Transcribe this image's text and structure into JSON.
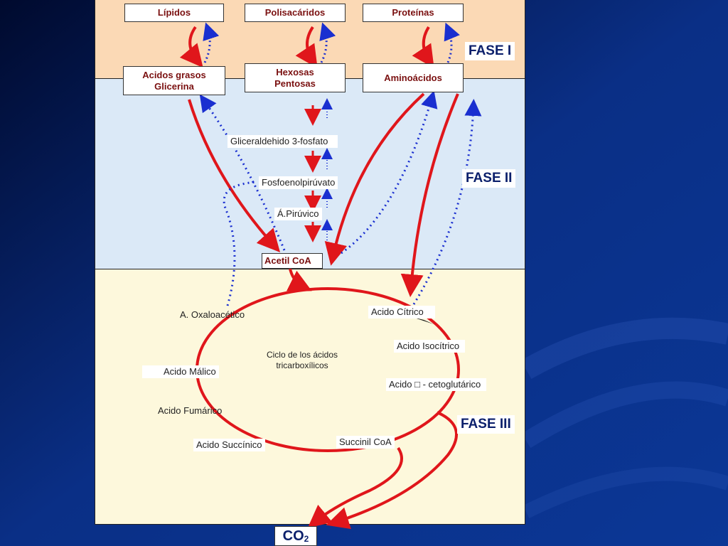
{
  "top_boxes": {
    "lipidos": "Lípidos",
    "polisacaridos": "Polisacáridos",
    "proteinas": "Proteínas"
  },
  "mid_boxes": {
    "acidos_grasos": "Acidos grasos",
    "glicerina": "Glicerina",
    "hexosas": "Hexosas",
    "pentosas": "Pentosas",
    "aminoacidos": "Aminoácidos"
  },
  "intermediates": {
    "gliceraldehido": "Gliceraldehido 3-fosfato",
    "fosfoenolpiruvato": "Fosfoenolpirúvato",
    "piruvico": "Á.Pirúvico",
    "acetil_coa": "Acetil CoA"
  },
  "phases": {
    "fase1": "FASE I",
    "fase2": "FASE II",
    "fase3": "FASE III"
  },
  "cycle": {
    "center_line1": "Ciclo de los ácidos",
    "center_line2": "tricarboxílicos",
    "oxaloacetico": "A. Oxaloacético",
    "citrico": "Acido Cítrico",
    "isocitrico": "Acido Isocítrico",
    "cetoglutarico": "Acido □ - cetoglutárico",
    "malico": "Acido Málico",
    "fumarico": "Acido Fumárico",
    "succinico": "Acido Succínico",
    "succinil": "Succinil CoA"
  },
  "product": {
    "co2_main": "CO",
    "co2_sub": "2"
  },
  "colors": {
    "red_arrow": "#e0161b",
    "blue_arrow": "#1a2fd0",
    "phase_text": "#0b1f6b",
    "box_text": "#7a1010"
  }
}
